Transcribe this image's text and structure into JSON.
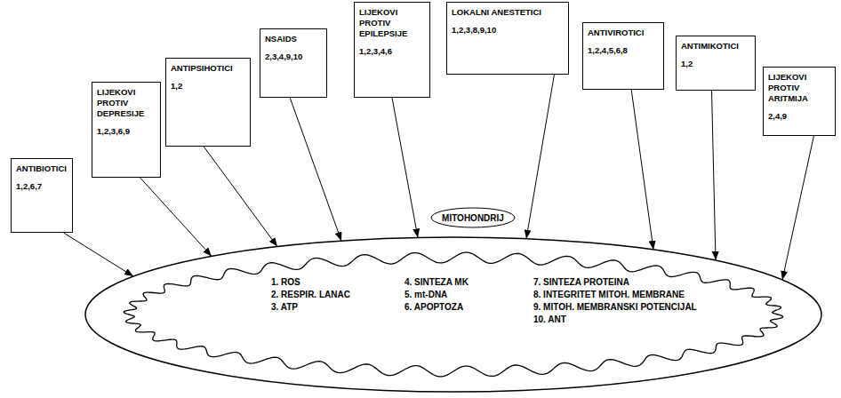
{
  "diagram": {
    "nodes": [
      {
        "text": [
          "ANTIBIOTICI",
          "1,2,6,7"
        ]
      },
      {
        "text": [
          "LIJEKOVI PROTIV DEPRESIJE",
          "1,2,3,6,9"
        ]
      },
      {
        "text": [
          "ANTIPSIHOTICI",
          "1,2"
        ]
      },
      {
        "text": [
          "NSAIDS",
          "2,3,4,9,10"
        ]
      },
      {
        "text": [
          "LIJEKOVI PROTIV EPILEPSIJE",
          "1,2,3,4,6"
        ]
      },
      {
        "text": [
          "LOKALNI ANESTETICI",
          "1,2,3,8,9,10"
        ]
      },
      {
        "text": [
          "ANTIVIROTICI",
          "1,2,4,5,6,8"
        ]
      },
      {
        "text": [
          "ANTIMIKOTICI",
          "1,2"
        ]
      },
      {
        "text": [
          "LIJEKOVI PROTIV ARITMIJA",
          "2,4,9"
        ]
      },
      {
        "text": [
          "MITOHONDRIJ"
        ]
      },
      {
        "text": [
          "1. ROS",
          "2. RESPIR. LANAC",
          "3. ATP",
          "4. SINTEZA MK",
          "5. mt-DNA",
          "6. APOPTOZA",
          "7. SINTEZA PROTEINA",
          "8. INTEGRITET MITOH. MEMBRANE",
          "9. MITOH. MEMBRANSKI POTENCIJAL",
          "10. ANT"
        ]
      }
    ],
    "edges": [
      {
        "from": 0,
        "to": 10,
        "arrow": "to"
      },
      {
        "from": 1,
        "to": 10,
        "arrow": "to"
      },
      {
        "from": 2,
        "to": 10,
        "arrow": "to"
      },
      {
        "from": 3,
        "to": 10,
        "arrow": "to"
      },
      {
        "from": 4,
        "to": 10,
        "arrow": "to"
      },
      {
        "from": 5,
        "to": 10,
        "arrow": "to"
      },
      {
        "from": 6,
        "to": 10,
        "arrow": "to"
      },
      {
        "from": 7,
        "to": 10,
        "arrow": "to"
      },
      {
        "from": 8,
        "to": 10,
        "arrow": "to"
      }
    ]
  }
}
